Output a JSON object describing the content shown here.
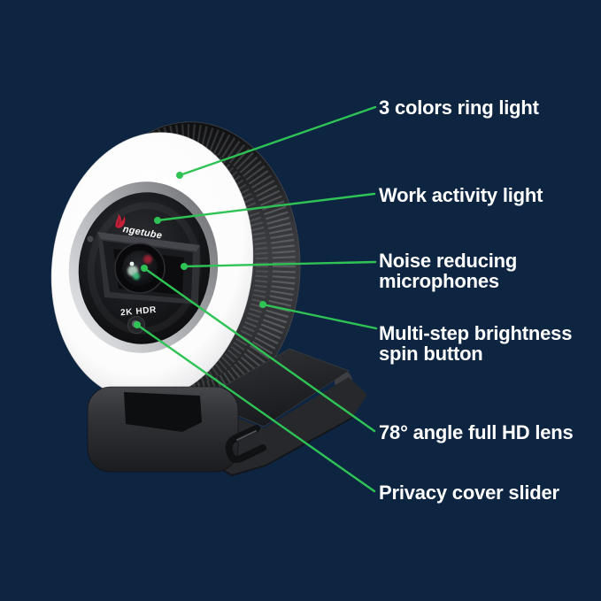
{
  "colors": {
    "background": "#0e2542",
    "callout_green": "#2fc356",
    "label_text": "#ffffff",
    "brand_red": "#c6203a",
    "ring_light_white": "#fdfdfd"
  },
  "product": {
    "name": "ring light webcam",
    "brand_text": "ngetube",
    "brand_icon": "flame-icon",
    "face_badge": "2K HDR"
  },
  "annotations": [
    {
      "label": "3 colors ring light"
    },
    {
      "label": "Work activity light"
    },
    {
      "label": "Noise reducing\nmicrophones"
    },
    {
      "label": "Multi-step brightness\nspin button"
    },
    {
      "label": "78° angle full HD lens"
    },
    {
      "label": "Privacy cover slider"
    }
  ]
}
